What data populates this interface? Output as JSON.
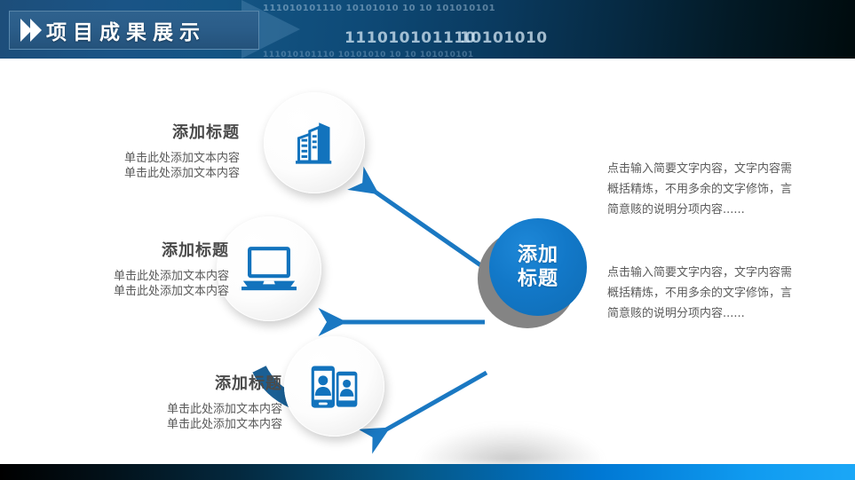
{
  "header": {
    "title": "项目成果展示",
    "chevron_icon": "double-chevron-right-icon",
    "decor_binary_top": "111010101110      10101010    10 10 101010101",
    "decor_binary_1": "111010101110",
    "decor_binary_2": "10101010",
    "decor_binary_bottom": "111010101110     10101010   10 10 101010101",
    "accent_color": "#2f628e",
    "bg_color_left": "#1d4e7a",
    "bg_color_right": "#000b0d"
  },
  "center": {
    "line1": "添加",
    "line2": "标题",
    "color": "#1278c8",
    "shadow_color": "#848484"
  },
  "nodes": [
    {
      "icon": "building-icon",
      "title": "添加标题",
      "line1": "单击此处添加文本内容",
      "line2": "单击此处添加文本内容"
    },
    {
      "icon": "laptop-icon",
      "title": "添加标题",
      "line1": "单击此处添加文本内容",
      "line2": "单击此处添加文本内容"
    },
    {
      "icon": "mobile-contacts-icon",
      "title": "添加标题",
      "line1": "单击此处添加文本内容",
      "line2": "单击此处添加文本内容"
    }
  ],
  "paragraphs": [
    "点击输入简要文字内容，文字内容需概括精炼，不用多余的文字修饰，言简意赅的说明分项内容......",
    "点击输入简要文字内容，文字内容需概括精炼，不用多余的文字修饰，言简意赅的说明分项内容......"
  ],
  "theme": {
    "icon_blue": "#1273bd",
    "band_blue": "#1a5f94",
    "arrow_blue": "#1a78c2",
    "text_gray": "#5a5a5a",
    "title_gray": "#4a4a4a",
    "footer_left": "#000000",
    "footer_right": "#1ba7f7"
  }
}
